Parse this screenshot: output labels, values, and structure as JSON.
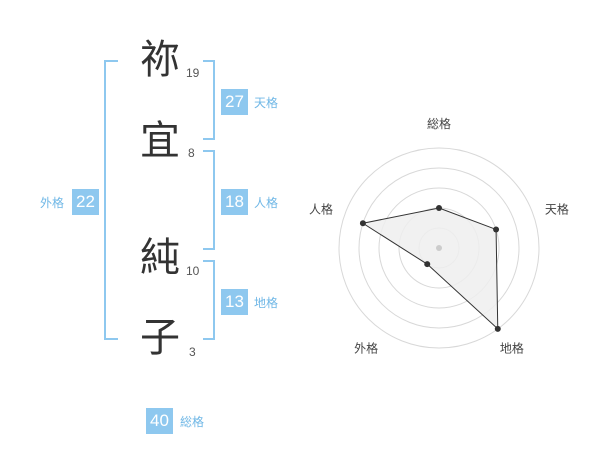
{
  "name": {
    "chars": [
      {
        "char": "祢",
        "strokes": "19"
      },
      {
        "char": "宜",
        "strokes": "8"
      },
      {
        "char": "純",
        "strokes": "10"
      },
      {
        "char": "子",
        "strokes": "3"
      }
    ]
  },
  "fortune": {
    "tenkaku": {
      "label": "天格",
      "value": "27"
    },
    "jinkaku": {
      "label": "人格",
      "value": "18"
    },
    "chikaku": {
      "label": "地格",
      "value": "13"
    },
    "gaikaku": {
      "label": "外格",
      "value": "22"
    },
    "soukaku": {
      "label": "総格",
      "value": "40"
    }
  },
  "chart_data": {
    "type": "radar",
    "axes": [
      "総格",
      "天格",
      "地格",
      "外格",
      "人格"
    ],
    "values": [
      2,
      3,
      5,
      1,
      4
    ],
    "max": 5,
    "grid_levels": 5,
    "colors": {
      "fill": "#eeeeee",
      "line": "#333333",
      "grid": "#d8d8d8"
    }
  },
  "colors": {
    "accent": "#8ec8ef",
    "accent_text": "#6fb7e6"
  }
}
